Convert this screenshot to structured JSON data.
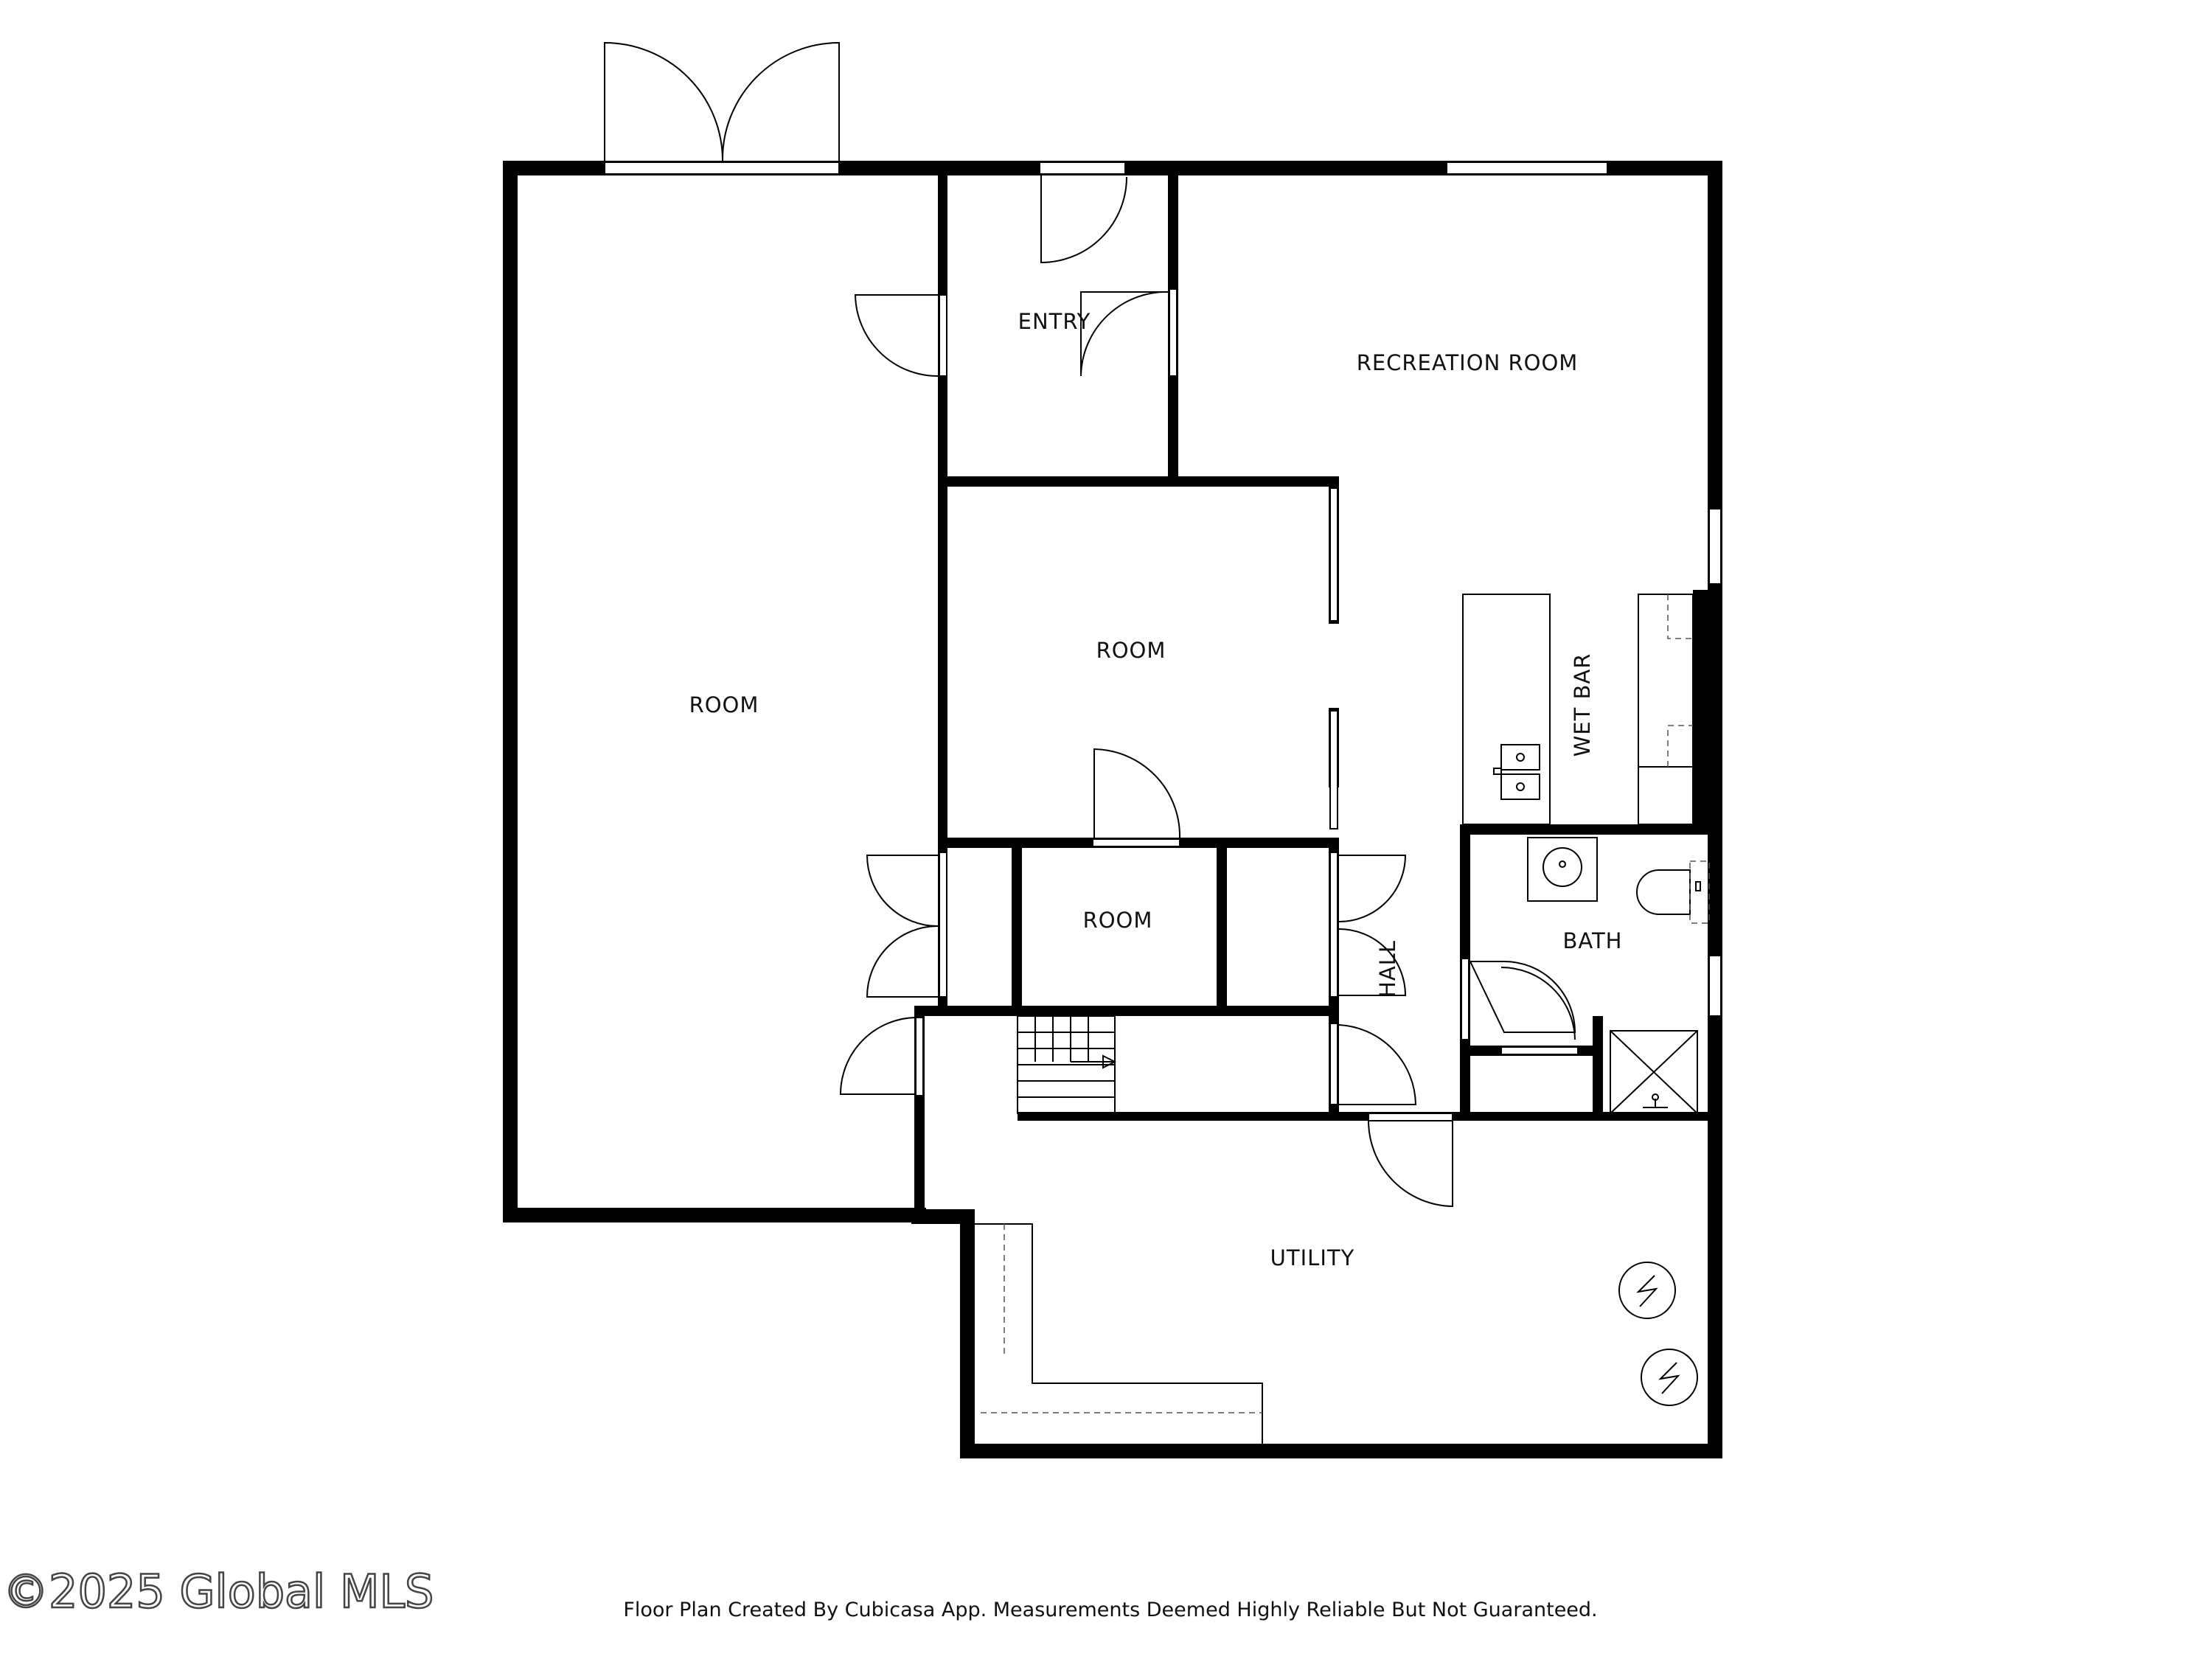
{
  "rooms": {
    "entry": "ENTRY",
    "recreation_room": "RECREATION ROOM",
    "room_large": "ROOM",
    "room_middle": "ROOM",
    "room_small": "ROOM",
    "wet_bar": "WET BAR",
    "bath": "BATH",
    "hall": "HALL",
    "utility": "UTILITY"
  },
  "footer": {
    "note": "Floor Plan Created By Cubicasa App. Measurements Deemed Highly Reliable But Not Guaranteed."
  },
  "watermark": "©2025 Global MLS",
  "colors": {
    "wall": "#000000",
    "background": "#ffffff"
  }
}
